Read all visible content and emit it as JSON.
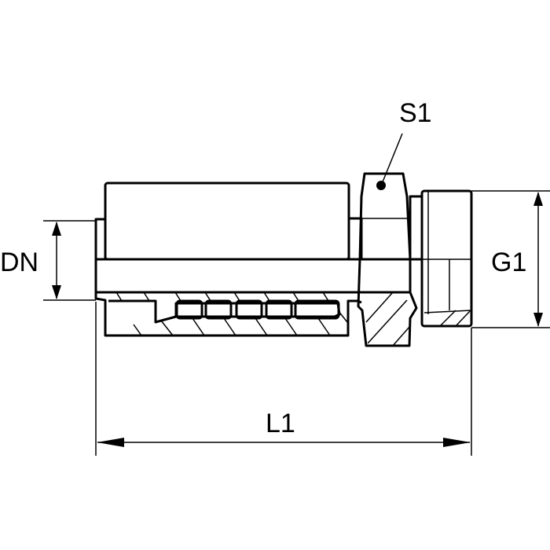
{
  "drawing": {
    "labels": {
      "s1": "S1",
      "dn": "DN",
      "g1": "G1",
      "l1": "L1"
    },
    "line_color": "#000000",
    "background": "#ffffff"
  }
}
